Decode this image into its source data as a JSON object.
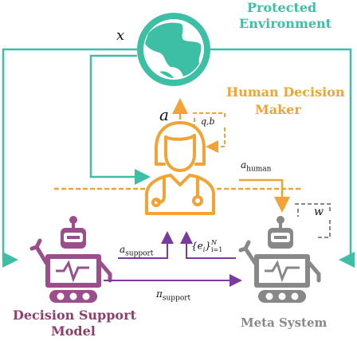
{
  "labels": {
    "protected": "Protected",
    "environment": "Environment",
    "hdm_line1": "Human Decision",
    "hdm_line2": "Maker",
    "dsm_line1": "Decision Support",
    "dsm_line2": "Model",
    "meta": "Meta System"
  },
  "math": {
    "x": "x",
    "a": "a",
    "q": "q",
    "b": "b",
    "a_human": "a",
    "a_human_sub": "human",
    "w": "w",
    "a_support": "a",
    "a_support_sub": "support",
    "e_set": "{e",
    "e_sub": "i",
    "e_close": "}",
    "e_sup": "N",
    "e_sub2": "i=1",
    "pi": "π",
    "pi_sub": "support"
  },
  "colors": {
    "green": "#3dbfa5",
    "orange": "#f2a336",
    "purple": "#7b3a9e",
    "plum": "#8e3d6e",
    "gray": "#888888",
    "robot": "#9a4f8c"
  }
}
